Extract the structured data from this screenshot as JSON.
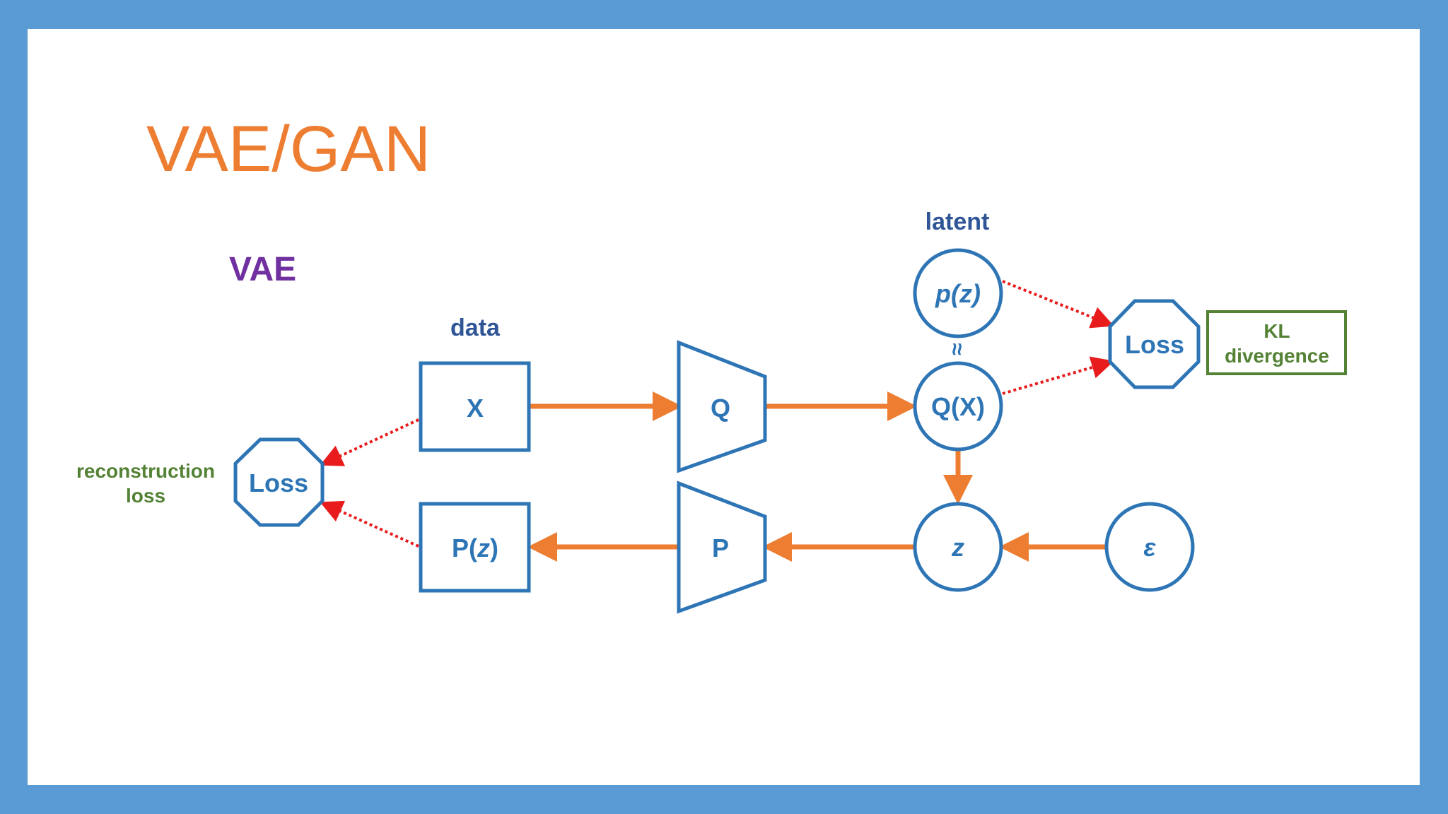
{
  "slide": {
    "title": "VAE/GAN",
    "section_label": "VAE"
  },
  "labels": {
    "data": "data",
    "latent": "latent",
    "approx": "≈"
  },
  "nodes": {
    "x": "X",
    "q": "Q",
    "qx": "Q(X)",
    "pz_dist": "p(z)",
    "loss_kl": "Loss",
    "kl_box": [
      "KL",
      "divergence"
    ],
    "z": "z",
    "epsilon": "ε",
    "p": "P",
    "pz_out_prefix": "P(",
    "pz_out_var": "z",
    "pz_out_suffix": ")",
    "loss_recon": "Loss",
    "recon_label": [
      "reconstruction",
      "loss"
    ]
  },
  "colors": {
    "frame": "#5b9bd5",
    "node_stroke": "#2e75b6",
    "node_text": "#2e75b6",
    "arrow": "#ed7d31",
    "dotted": "#e81c1c",
    "title": "#ed7d31",
    "vae_label": "#7030a0",
    "green": "#548235",
    "dark_label": "#2f5597"
  }
}
